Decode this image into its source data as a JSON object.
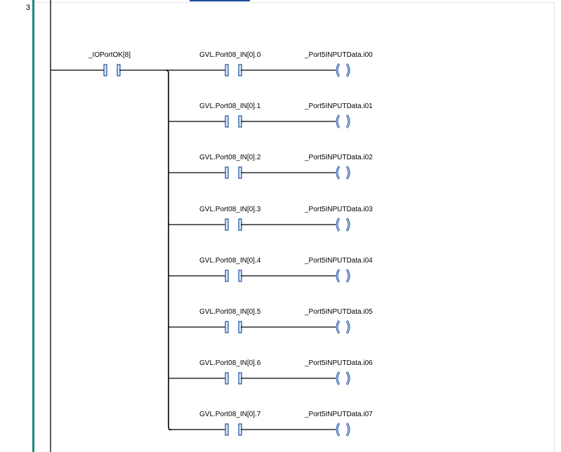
{
  "rung": {
    "number": "3"
  },
  "main_contact": {
    "label": "_IOPortOK[8]"
  },
  "branches": [
    {
      "contact": "GVL.Port08_IN[0].0",
      "coil": "_Port5INPUTData.i00"
    },
    {
      "contact": "GVL.Port08_IN[0].1",
      "coil": "_Port5INPUTData.i01"
    },
    {
      "contact": "GVL.Port08_IN[0].2",
      "coil": "_Port5INPUTData.i02"
    },
    {
      "contact": "GVL.Port08_IN[0].3",
      "coil": "_Port5INPUTData.i03"
    },
    {
      "contact": "GVL.Port08_IN[0].4",
      "coil": "_Port5INPUTData.i04"
    },
    {
      "contact": "GVL.Port08_IN[0].5",
      "coil": "_Port5INPUTData.i05"
    },
    {
      "contact": "GVL.Port08_IN[0].6",
      "coil": "_Port5INPUTData.i06"
    },
    {
      "contact": "GVL.Port08_IN[0].7",
      "coil": "_Port5INPUTData.i07"
    }
  ],
  "colors": {
    "wire": "#000000",
    "element_outline": "#1b4fa0",
    "element_fill": "#dce8f7",
    "rail_accent": "#1a8a7c"
  }
}
